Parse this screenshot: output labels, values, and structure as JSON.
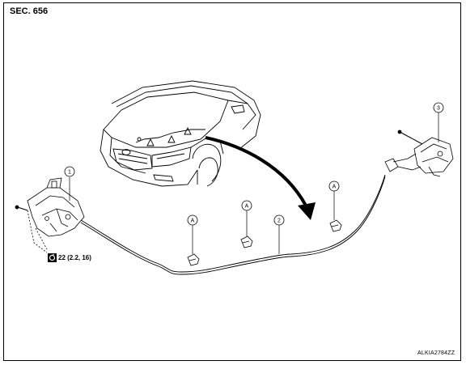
{
  "section_label": "SEC. 656",
  "figure_id": "ALKIA2784ZZ",
  "torque_spec": "22 (2.2, 16)",
  "icons": {
    "torque": "torque-wrench-icon",
    "arrow": "curved-arrow-icon"
  },
  "callouts": [
    {
      "id": "1",
      "part": "hood-lock"
    },
    {
      "id": "2",
      "part": "release-cable"
    },
    {
      "id": "3",
      "part": "release-handle"
    },
    {
      "id": "A",
      "part": "clip"
    },
    {
      "id": "A",
      "part": "clip"
    },
    {
      "id": "A",
      "part": "clip"
    }
  ]
}
